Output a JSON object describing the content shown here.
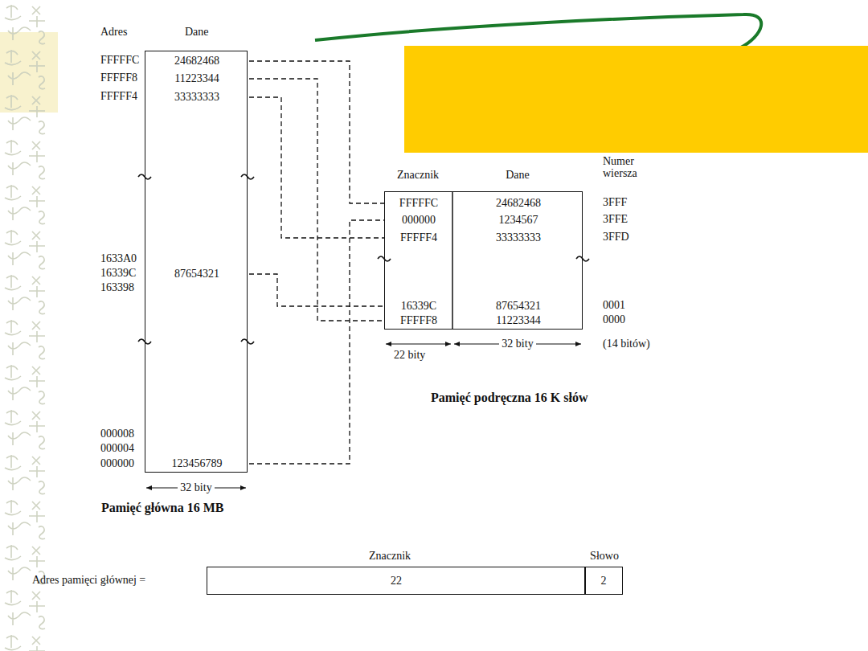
{
  "diagram": {
    "nodes": [
      {
        "text": [
          "Pamięć główna 16 MB"
        ]
      },
      {
        "text": [
          "24682468"
        ],
        "in": 0
      },
      {
        "text": [
          "11223344"
        ],
        "in": 0
      },
      {
        "text": [
          "33333333"
        ],
        "in": 0
      },
      {
        "text": [
          "87654321"
        ],
        "in": 0
      },
      {
        "text": [
          "123456789"
        ],
        "in": 0
      },
      {
        "text": [
          "Pamięć podręczna 16 K słów"
        ]
      },
      {
        "text": [
          "FFFFFC",
          "24682468"
        ],
        "in": 6
      },
      {
        "text": [
          "000000",
          "1234567"
        ],
        "in": 6
      },
      {
        "text": [
          "FFFFF4",
          "33333333"
        ],
        "in": 6
      },
      {
        "text": [
          "16339C",
          "87654321"
        ],
        "in": 6
      },
      {
        "text": [
          "FFFFF8",
          "11223344"
        ],
        "in": 6
      },
      {
        "text": [
          "22"
        ]
      },
      {
        "text": [
          "2"
        ]
      }
    ],
    "edges": [
      {
        "from": 1,
        "to": 7,
        "arrow": "none"
      },
      {
        "from": 2,
        "to": 11,
        "arrow": "none"
      },
      {
        "from": 3,
        "to": 9,
        "arrow": "none"
      },
      {
        "from": 4,
        "to": 10,
        "arrow": "none"
      },
      {
        "from": 5,
        "to": 8,
        "arrow": "none"
      }
    ],
    "labels": [
      "Adres",
      "Dane",
      "FFFFFC",
      "FFFFF8",
      "FFFFF4",
      "1633A0",
      "16339C",
      "163398",
      "000008",
      "000004",
      "000000",
      "32 bity",
      "Znacznik",
      "Dane",
      "Numer wiersza",
      "3FFF",
      "3FFE",
      "3FFD",
      "0001",
      "0000",
      "22 bity",
      "32 bity",
      "(14 bitów)",
      "Znacznik",
      "Słowo",
      "Adres pamięci głównej ="
    ]
  }
}
